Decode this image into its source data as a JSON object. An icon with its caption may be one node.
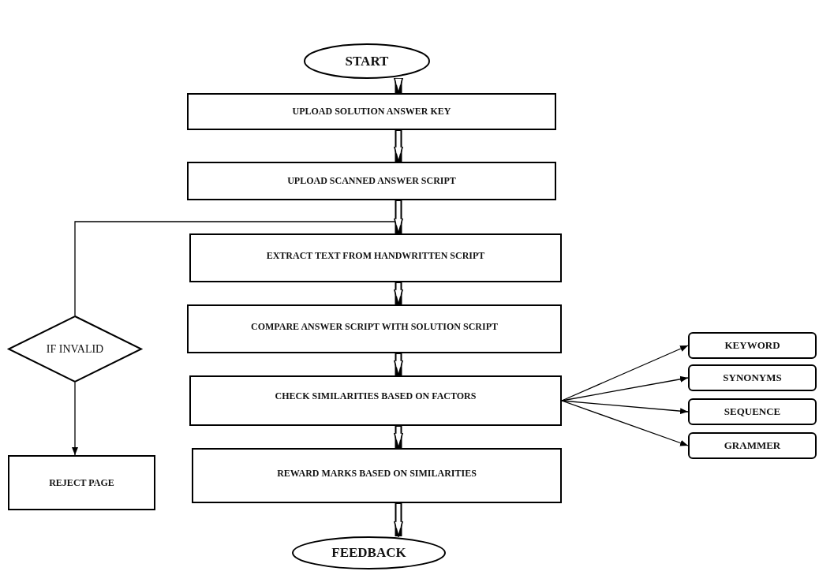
{
  "diagram": {
    "nodes": [
      {
        "text": [
          "START"
        ]
      },
      {
        "text": [
          "UPLOAD SOLUTION ANSWER KEY"
        ]
      },
      {
        "text": [
          "UPLOAD SCANNED ANSWER SCRIPT"
        ]
      },
      {
        "text": [
          "EXTRACT TEXT FROM HANDWRITTEN SCRIPT"
        ]
      },
      {
        "text": [
          "COMPARE ANSWER SCRIPT WITH SOLUTION SCRIPT"
        ]
      },
      {
        "text": [
          "CHECK SIMILARITIES BASED ON FACTORS"
        ]
      },
      {
        "text": [
          "REWARD MARKS BASED ON SIMILARITIES"
        ]
      },
      {
        "text": [
          "FEEDBACK"
        ]
      },
      {
        "text": [
          "IF INVALID"
        ]
      },
      {
        "text": [
          "REJECT PAGE"
        ]
      },
      {
        "text": [
          "KEYWORD"
        ]
      },
      {
        "text": [
          "SYNONYMS"
        ]
      },
      {
        "text": [
          "SEQUENCE"
        ]
      },
      {
        "text": [
          "GRAMMER"
        ]
      }
    ],
    "edges": [
      {
        "from": 8,
        "to": 3,
        "arrow": "none"
      },
      {
        "from": 0,
        "to": 1,
        "arrow": "to"
      },
      {
        "from": 1,
        "to": 2,
        "arrow": "to"
      },
      {
        "from": 2,
        "to": 3,
        "arrow": "to"
      },
      {
        "from": 3,
        "to": 4,
        "arrow": "to"
      },
      {
        "from": 4,
        "to": 5,
        "arrow": "to"
      },
      {
        "from": 5,
        "to": 6,
        "arrow": "to"
      },
      {
        "from": 6,
        "to": 7,
        "arrow": "to"
      },
      {
        "from": 8,
        "to": 9,
        "arrow": "to"
      },
      {
        "from": 5,
        "to": 10,
        "arrow": "to"
      },
      {
        "from": 5,
        "to": 11,
        "arrow": "to"
      },
      {
        "from": 5,
        "to": 12,
        "arrow": "to"
      },
      {
        "from": 5,
        "to": 13,
        "arrow": "to"
      }
    ]
  }
}
